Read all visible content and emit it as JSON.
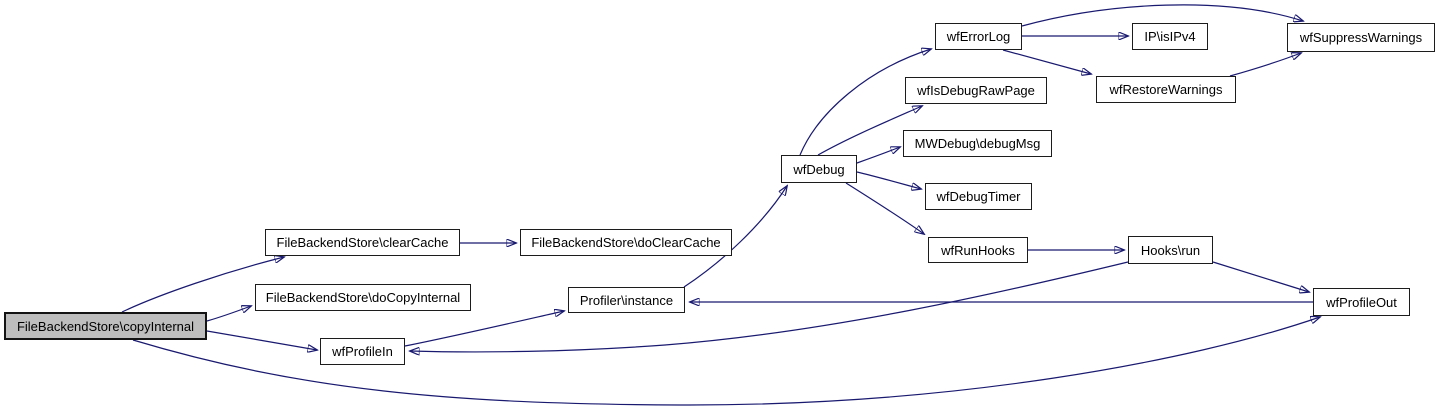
{
  "diagram": {
    "type": "call-graph",
    "direction": "left-to-right",
    "highlighted_node": "copyInternal"
  },
  "colors": {
    "background": "#ffffff",
    "edge": "#191970",
    "node_border": "#1c1c1c",
    "node_fill": "#ffffff",
    "highlight_fill": "#bebebe",
    "text": "#000000"
  },
  "nodes": [
    {
      "id": "copyInternal",
      "label": "FileBackendStore\\copyInternal",
      "highlighted": true
    },
    {
      "id": "clearCache",
      "label": "FileBackendStore\\clearCache",
      "highlighted": false
    },
    {
      "id": "doClearCache",
      "label": "FileBackendStore\\doClearCache",
      "highlighted": false
    },
    {
      "id": "doCopyInternal",
      "label": "FileBackendStore\\doCopyInternal",
      "highlighted": false
    },
    {
      "id": "wfProfileIn",
      "label": "wfProfileIn",
      "highlighted": false
    },
    {
      "id": "profilerInstance",
      "label": "Profiler\\instance",
      "highlighted": false
    },
    {
      "id": "wfDebug",
      "label": "wfDebug",
      "highlighted": false
    },
    {
      "id": "wfErrorLog",
      "label": "wfErrorLog",
      "highlighted": false
    },
    {
      "id": "wfIsDebugRawPage",
      "label": "wfIsDebugRawPage",
      "highlighted": false
    },
    {
      "id": "mwDebugMsg",
      "label": "MWDebug\\debugMsg",
      "highlighted": false
    },
    {
      "id": "wfDebugTimer",
      "label": "wfDebugTimer",
      "highlighted": false
    },
    {
      "id": "wfRunHooks",
      "label": "wfRunHooks",
      "highlighted": false
    },
    {
      "id": "ipIsIPv4",
      "label": "IP\\isIPv4",
      "highlighted": false
    },
    {
      "id": "wfSuppressWarnings",
      "label": "wfSuppressWarnings",
      "highlighted": false
    },
    {
      "id": "wfRestoreWarnings",
      "label": "wfRestoreWarnings",
      "highlighted": false
    },
    {
      "id": "hooksRun",
      "label": "Hooks\\run",
      "highlighted": false
    },
    {
      "id": "wfProfileOut",
      "label": "wfProfileOut",
      "highlighted": false
    }
  ],
  "edges": [
    {
      "from": "copyInternal",
      "to": "clearCache"
    },
    {
      "from": "copyInternal",
      "to": "doCopyInternal"
    },
    {
      "from": "copyInternal",
      "to": "wfProfileIn"
    },
    {
      "from": "copyInternal",
      "to": "wfProfileOut"
    },
    {
      "from": "clearCache",
      "to": "doClearCache"
    },
    {
      "from": "wfProfileIn",
      "to": "profilerInstance"
    },
    {
      "from": "profilerInstance",
      "to": "wfDebug"
    },
    {
      "from": "wfDebug",
      "to": "wfErrorLog"
    },
    {
      "from": "wfDebug",
      "to": "wfIsDebugRawPage"
    },
    {
      "from": "wfDebug",
      "to": "mwDebugMsg"
    },
    {
      "from": "wfDebug",
      "to": "wfDebugTimer"
    },
    {
      "from": "wfDebug",
      "to": "wfRunHooks"
    },
    {
      "from": "wfErrorLog",
      "to": "ipIsIPv4"
    },
    {
      "from": "wfErrorLog",
      "to": "wfSuppressWarnings"
    },
    {
      "from": "wfErrorLog",
      "to": "wfRestoreWarnings"
    },
    {
      "from": "wfRestoreWarnings",
      "to": "wfSuppressWarnings"
    },
    {
      "from": "wfRunHooks",
      "to": "hooksRun"
    },
    {
      "from": "hooksRun",
      "to": "wfProfileIn"
    },
    {
      "from": "hooksRun",
      "to": "wfProfileOut"
    },
    {
      "from": "wfProfileOut",
      "to": "profilerInstance"
    }
  ]
}
